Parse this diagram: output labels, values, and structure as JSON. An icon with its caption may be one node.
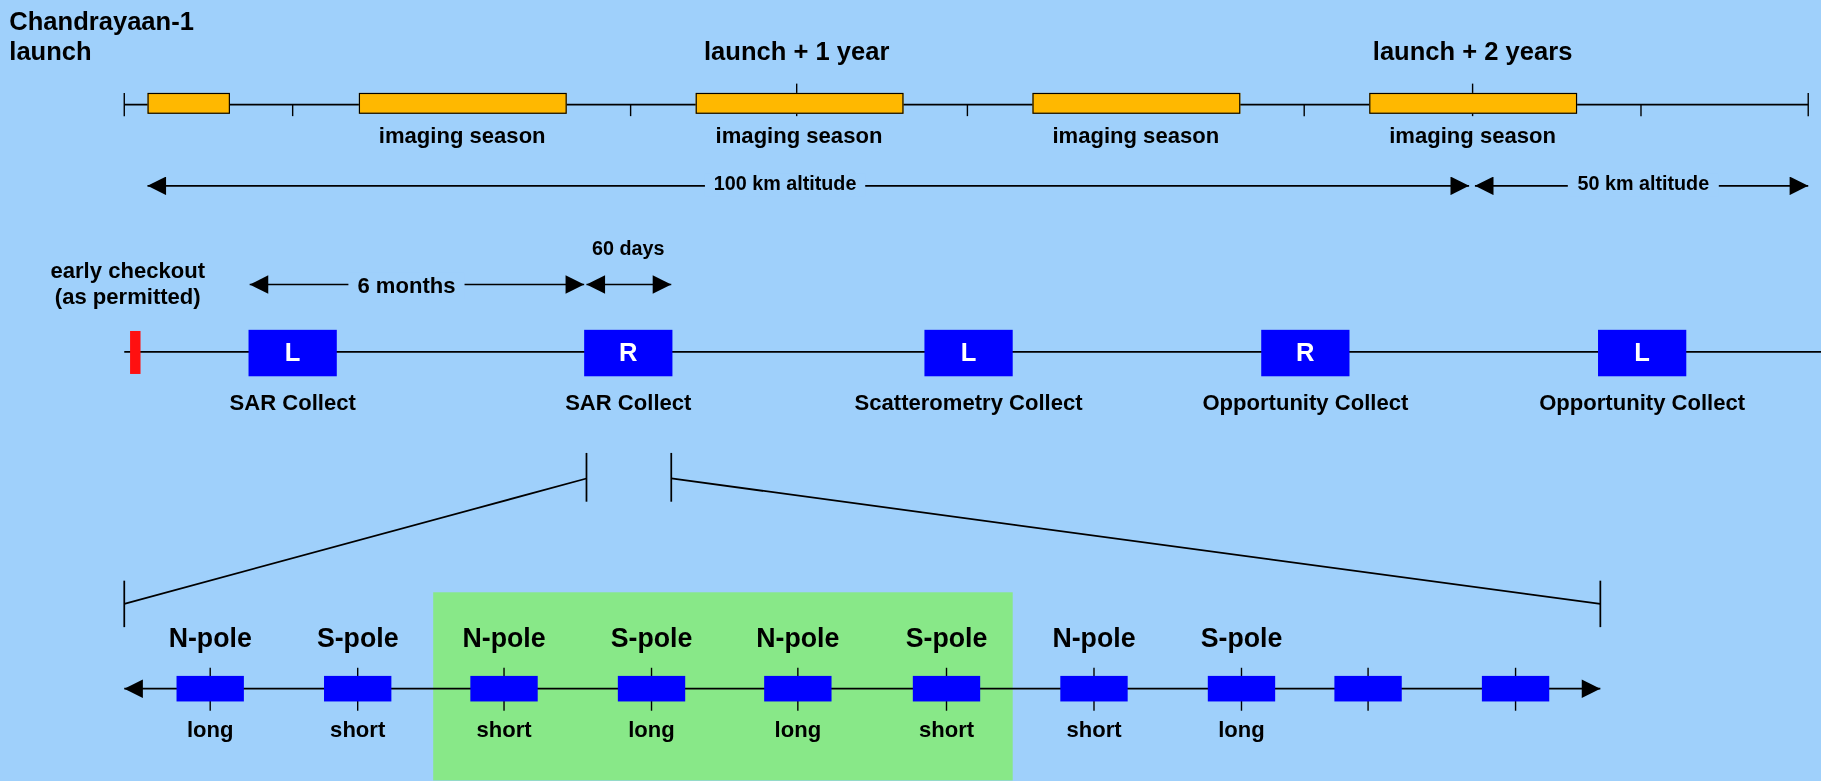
{
  "diagram": {
    "nodes": [
      {
        "text": [],
        "shape": "bar"
      },
      {
        "text": [],
        "shape": "bar",
        "beside": [
          "imaging season"
        ]
      },
      {
        "text": [],
        "shape": "bar",
        "beside": [
          "imaging season"
        ]
      },
      {
        "text": [],
        "shape": "bar",
        "beside": [
          "imaging season"
        ]
      },
      {
        "text": [],
        "shape": "bar",
        "beside": [
          "imaging season"
        ]
      },
      {
        "text": [],
        "shape": "box",
        "beside": [
          "early checkout (as permitted)"
        ]
      },
      {
        "text": [
          "L"
        ],
        "beside": [
          "SAR Collect"
        ]
      },
      {
        "text": [
          "R"
        ],
        "beside": [
          "SAR Collect"
        ]
      },
      {
        "text": [
          "L"
        ],
        "beside": [
          "Scatterometry Collect"
        ]
      },
      {
        "text": [
          "R"
        ],
        "beside": [
          "Opportunity Collect"
        ]
      },
      {
        "text": [
          "L"
        ],
        "beside": [
          "Opportunity Collect"
        ]
      },
      {
        "text": [],
        "shape": "box"
      },
      {
        "text": [],
        "shape": "box",
        "beside": [
          "N-pole",
          "long"
        ]
      },
      {
        "text": [],
        "shape": "box",
        "beside": [
          "S-pole",
          "short"
        ]
      },
      {
        "text": [],
        "shape": "box",
        "in": 11,
        "beside": [
          "N-pole",
          "short"
        ]
      },
      {
        "text": [],
        "shape": "box",
        "in": 11,
        "beside": [
          "S-pole",
          "long"
        ]
      },
      {
        "text": [],
        "shape": "box",
        "in": 11,
        "beside": [
          "N-pole",
          "long"
        ]
      },
      {
        "text": [],
        "shape": "box",
        "in": 11,
        "beside": [
          "S-pole",
          "short"
        ]
      },
      {
        "text": [],
        "shape": "box",
        "beside": [
          "N-pole",
          "short"
        ]
      },
      {
        "text": [],
        "shape": "box",
        "beside": [
          "S-pole",
          "long"
        ]
      },
      {
        "text": [],
        "shape": "box"
      },
      {
        "text": [],
        "shape": "box"
      }
    ],
    "labels": [
      "Chandrayaan-1 launch",
      "launch + 1 year",
      "launch + 2 years",
      "100 km altitude",
      "50 km altitude",
      "60 days",
      "6 months"
    ]
  }
}
